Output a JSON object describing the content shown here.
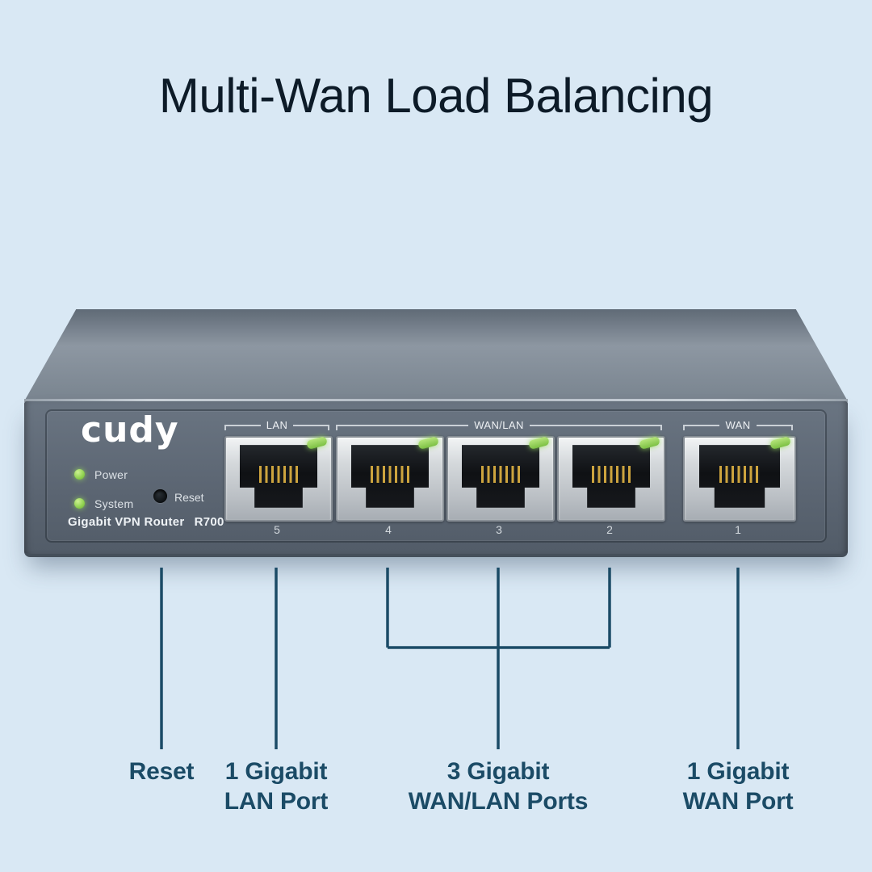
{
  "title": "Multi-Wan Load Balancing",
  "device": {
    "brand": "cudy",
    "model_label": "Gigabit VPN Router",
    "model_number": "R700",
    "power_led_label": "Power",
    "system_led_label": "System",
    "reset_label": "Reset",
    "port_group_lan": "LAN",
    "port_group_wanlan": "WAN/LAN",
    "port_group_wan": "WAN",
    "port_numbers": [
      "5",
      "4",
      "3",
      "2",
      "1"
    ]
  },
  "callouts": {
    "reset": {
      "line1": "Reset",
      "line2": ""
    },
    "lan": {
      "line1": "1 Gigabit",
      "line2": "LAN Port"
    },
    "wanlan": {
      "line1": "3 Gigabit",
      "line2": "WAN/LAN Ports"
    },
    "wan": {
      "line1": "1 Gigabit",
      "line2": "WAN Port"
    }
  },
  "colors": {
    "background": "#d9e8f4",
    "title_text": "#0d1b28",
    "callout_accent": "#1b4b66",
    "led_green": "#8ed14e",
    "router_body": "#5c6673",
    "port_bezel_silver": "#c9ced2"
  }
}
